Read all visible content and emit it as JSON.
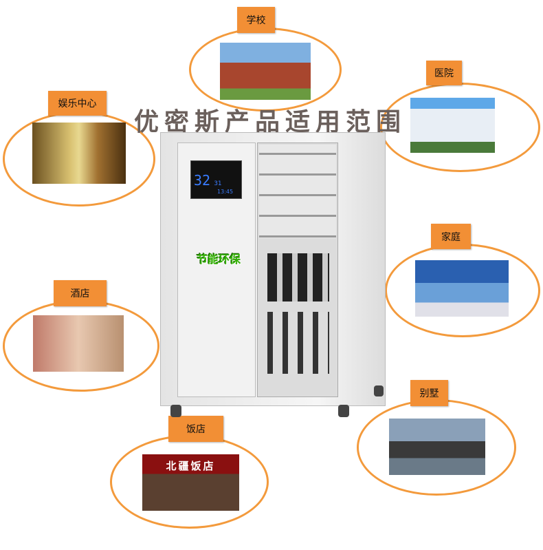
{
  "title": "优密斯产品适用范围",
  "scenes": [
    {
      "label": "学校",
      "icon": "school-photo"
    },
    {
      "label": "医院",
      "icon": "hospital-photo"
    },
    {
      "label": "娱乐中心",
      "icon": "entertainment-photo"
    },
    {
      "label": "家庭",
      "icon": "home-photo"
    },
    {
      "label": "酒店",
      "icon": "hotel-photo"
    },
    {
      "label": "别墅",
      "icon": "villa-photo"
    },
    {
      "label": "饭店",
      "icon": "restaurant-photo"
    }
  ],
  "machine": {
    "display_temp": "32",
    "display_sub": "31",
    "display_time": "13:45",
    "badge": "节能环保",
    "restaurant_sign": "北疆饭店"
  },
  "colors": {
    "accent": "#f28f35",
    "ring": "#f39a3c",
    "title": "#6b605c"
  }
}
